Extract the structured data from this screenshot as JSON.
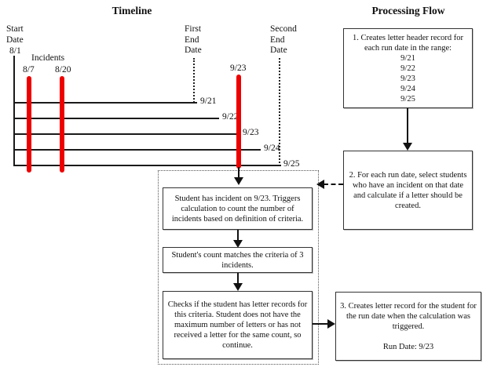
{
  "titles": {
    "timeline": "Timeline",
    "processing_flow": "Processing Flow"
  },
  "timeline": {
    "start_date_label": "Start\nDate",
    "start_date_value": "8/1",
    "incidents_label": "Incidents",
    "incident_1": "8/7",
    "incident_2": "8/20",
    "first_end_label": "First\nEnd\nDate",
    "second_end_label": "Second\nEnd\nDate",
    "trigger_label": "9/23",
    "rows": [
      {
        "label": "9/21"
      },
      {
        "label": "9/22"
      },
      {
        "label": "9/23"
      },
      {
        "label": "9/24"
      },
      {
        "label": "9/25"
      }
    ]
  },
  "flow": {
    "step1": "1. Creates letter header record for each run date in the range:\n9/21\n9/22\n9/23\n9/24\n9/25",
    "step2": "2. For each run date, select students who have an incident on that date and calculate if a letter should be created.",
    "step3": "3. Creates letter record for the student for the run date when the calculation was triggered.\n\nRun Date: 9/23"
  },
  "detail": {
    "box_a": "Student has incident on 9/23. Triggers calculation to count the number of incidents based on definition of criteria.",
    "box_b": "Student's count matches the criteria of 3 incidents.",
    "box_c": "Checks if the student has letter records for this criteria. Student does not have the maximum number of letters or has not received a letter for the same count, so continue."
  },
  "colors": {
    "incident_red": "#ee0000",
    "line_black": "#1a1a1a"
  }
}
